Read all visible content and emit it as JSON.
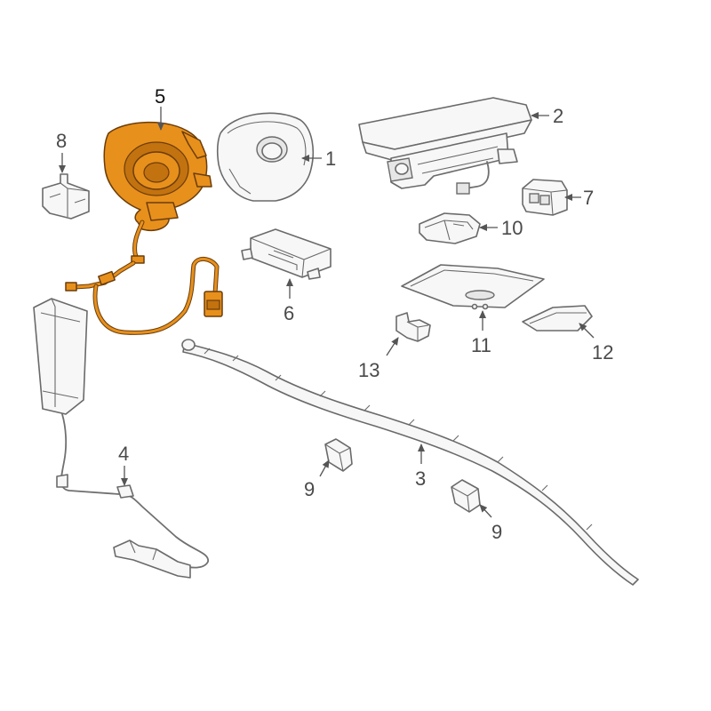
{
  "diagram": {
    "highlight_color": "#E8901C",
    "callouts": [
      {
        "id": "c1",
        "label": "1"
      },
      {
        "id": "c2",
        "label": "2"
      },
      {
        "id": "c3",
        "label": "3"
      },
      {
        "id": "c4",
        "label": "4"
      },
      {
        "id": "c5",
        "label": "5"
      },
      {
        "id": "c6",
        "label": "6"
      },
      {
        "id": "c7",
        "label": "7"
      },
      {
        "id": "c8",
        "label": "8"
      },
      {
        "id": "c9a",
        "label": "9"
      },
      {
        "id": "c9b",
        "label": "9"
      },
      {
        "id": "c10",
        "label": "10"
      },
      {
        "id": "c11",
        "label": "11"
      },
      {
        "id": "c12",
        "label": "12"
      },
      {
        "id": "c13",
        "label": "13"
      }
    ]
  }
}
